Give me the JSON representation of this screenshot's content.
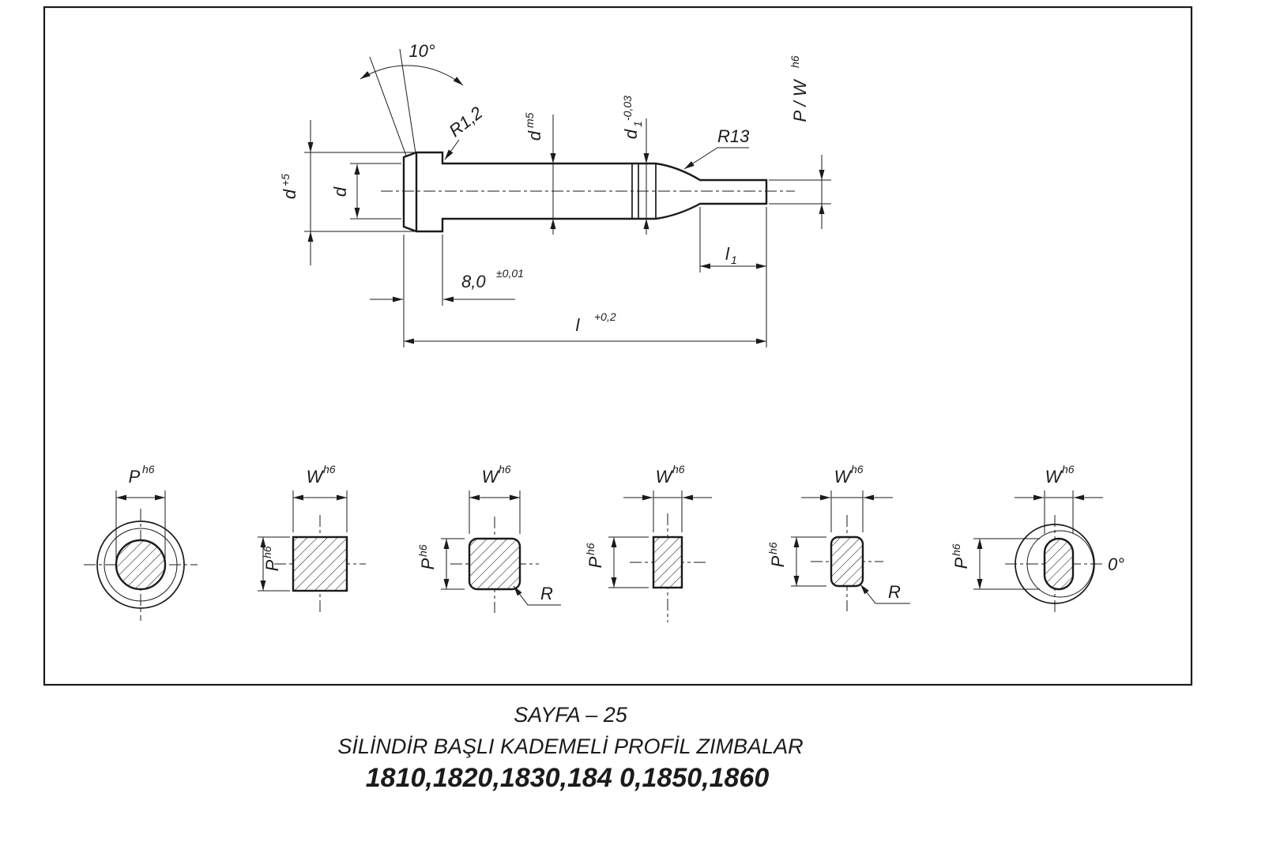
{
  "main_view": {
    "angle": "10°",
    "fillet": "R1,2",
    "shank_d": "d",
    "shank_tol": "m5",
    "step_d": "d",
    "step_idx": "1",
    "step_tol": "-0,03",
    "taper_r": "R13",
    "tip": "P / W",
    "tip_tol": "h6",
    "head_d": "d",
    "head_tol": "+5",
    "bore_d": "d",
    "head_len": "8,0",
    "head_len_tol": "±0,01",
    "tip_len": "l",
    "tip_len_idx": "1",
    "total_len": "l",
    "total_len_tol": "+0,2"
  },
  "sections": {
    "round": {
      "p": "P",
      "p_tol": "h6"
    },
    "square": {
      "w": "W",
      "w_tol": "h6",
      "p": "P",
      "p_tol": "h6"
    },
    "square_round": {
      "w": "W",
      "w_tol": "h6",
      "p": "P",
      "p_tol": "h6",
      "r": "R"
    },
    "rect": {
      "w": "W",
      "w_tol": "h6",
      "p": "P",
      "p_tol": "h6"
    },
    "rect_round": {
      "w": "W",
      "w_tol": "h6",
      "p": "P",
      "p_tol": "h6",
      "r": "R"
    },
    "obround": {
      "w": "W",
      "w_tol": "h6",
      "p": "P",
      "p_tol": "h6",
      "angle": "0°"
    }
  },
  "footer": {
    "line1": "SAYFA – 25",
    "line2": "SİLİNDİR BAŞLI KADEMELİ PROFİL ZIMBALAR",
    "line3": "1810,1820,1830,184 0,1850,1860"
  },
  "colors": {
    "ink": "#1b1b1b",
    "paper": "#ffffff"
  }
}
